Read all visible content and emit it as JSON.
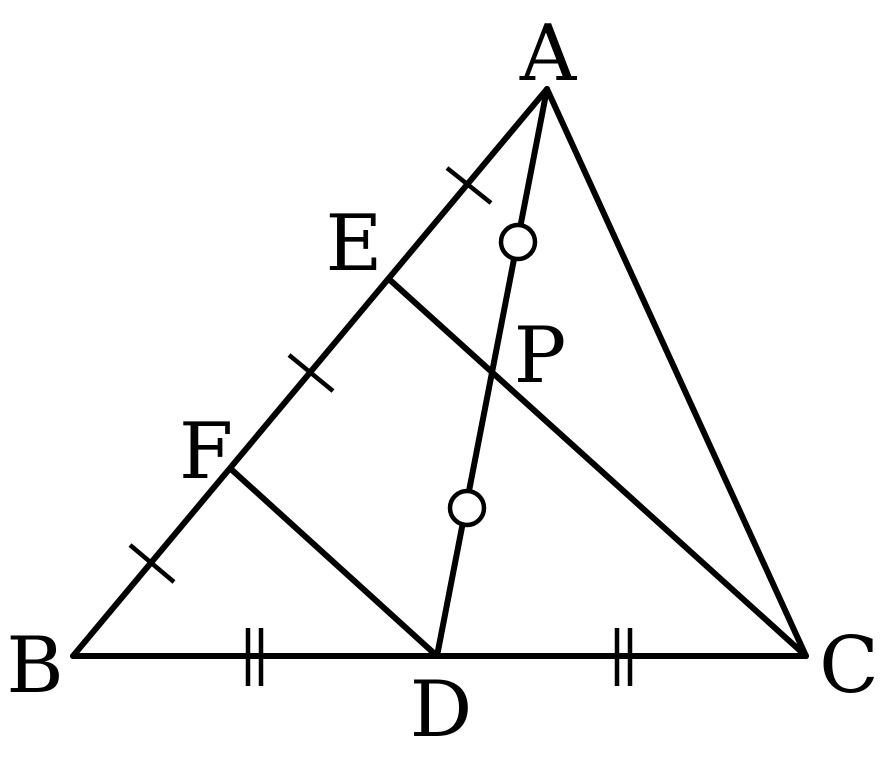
{
  "points": {
    "A": "A",
    "B": "B",
    "C": "C",
    "D": "D",
    "E": "E",
    "F": "F",
    "P": "P"
  },
  "colors": {
    "stroke": "#000000",
    "background": "#ffffff"
  }
}
